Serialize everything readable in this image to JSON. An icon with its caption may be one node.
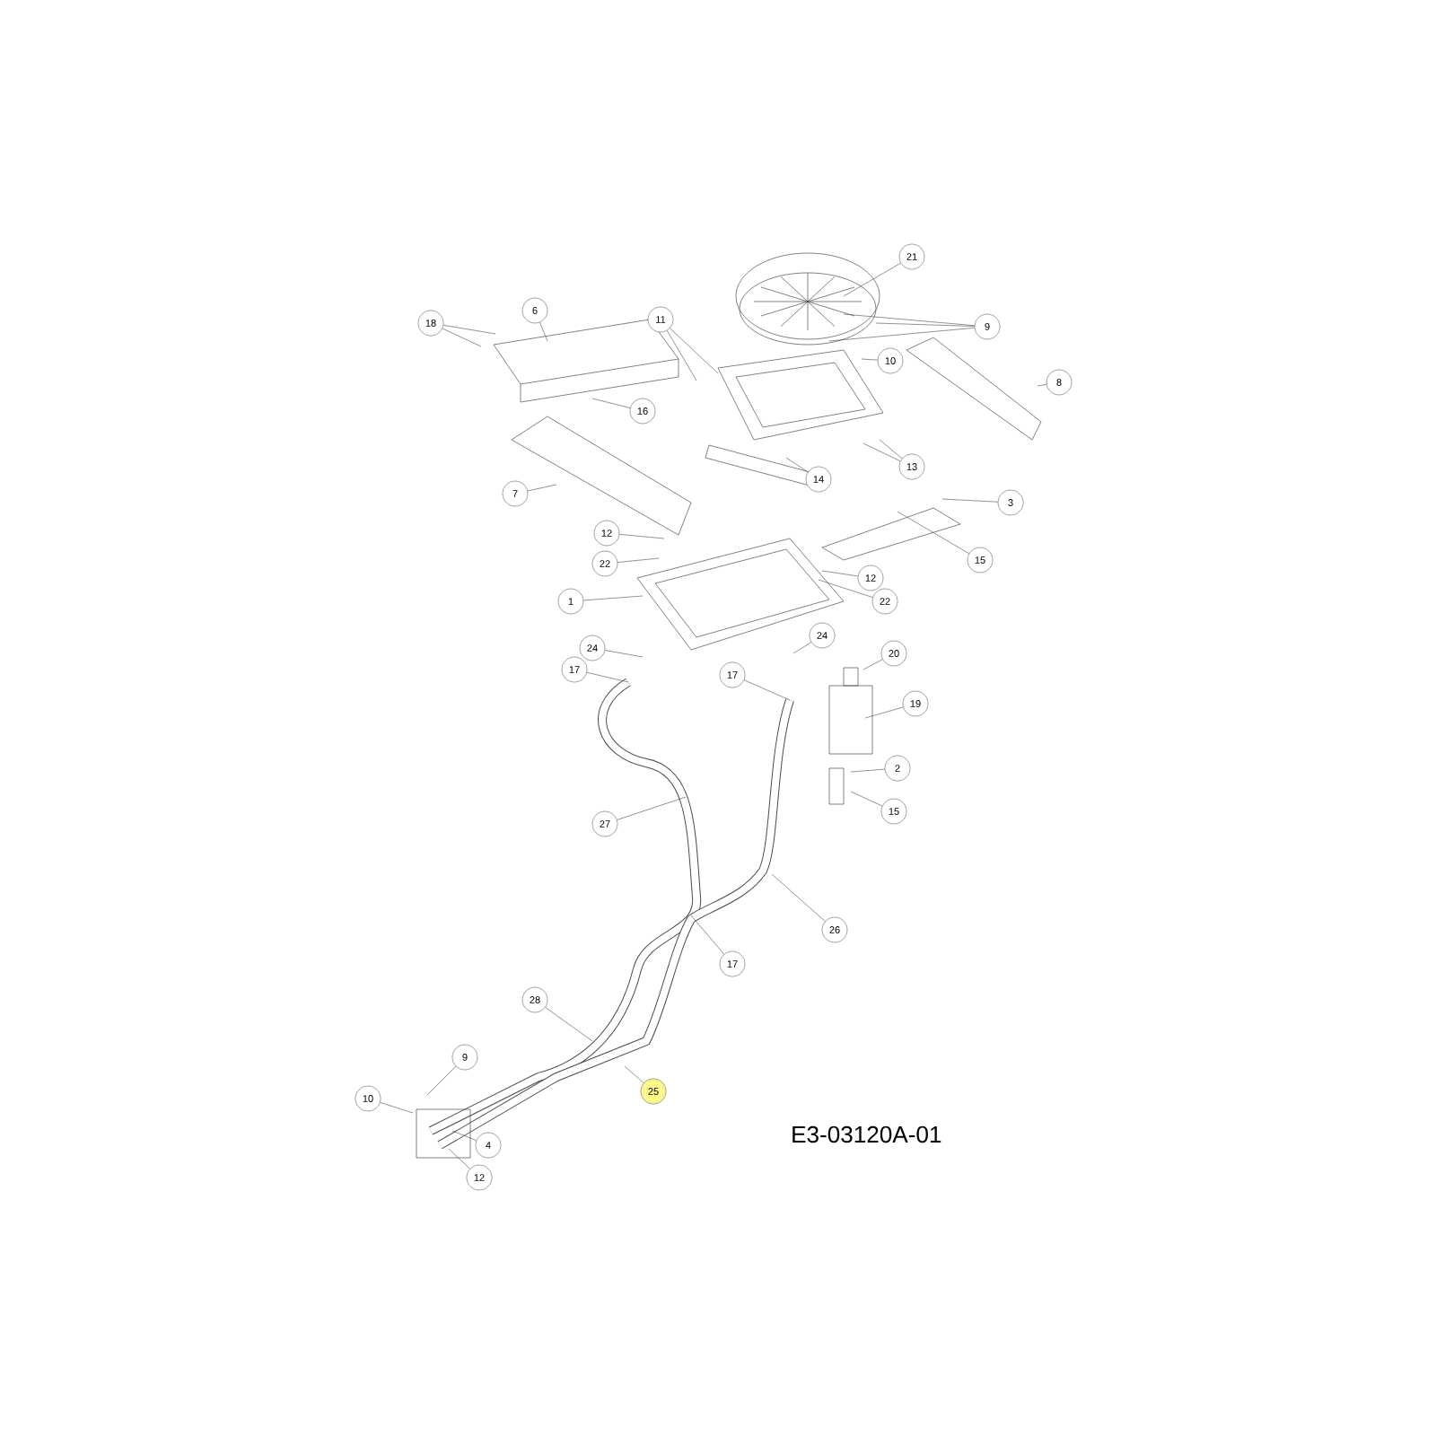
{
  "diagram": {
    "nodes": [
      {
        "text": [
          "21"
        ]
      },
      {
        "text": [
          "18"
        ]
      },
      {
        "text": [
          "6"
        ]
      },
      {
        "text": [
          "11"
        ]
      },
      {
        "text": [
          "9"
        ]
      },
      {
        "text": [
          "10"
        ]
      },
      {
        "text": [
          "8"
        ]
      },
      {
        "text": [
          "16"
        ]
      },
      {
        "text": [
          "13"
        ]
      },
      {
        "text": [
          "14"
        ]
      },
      {
        "text": [
          "7"
        ]
      },
      {
        "text": [
          "3"
        ]
      },
      {
        "text": [
          "12"
        ]
      },
      {
        "text": [
          "15"
        ]
      },
      {
        "text": [
          "22"
        ]
      },
      {
        "text": [
          "12"
        ]
      },
      {
        "text": [
          "1"
        ]
      },
      {
        "text": [
          "22"
        ]
      },
      {
        "text": [
          "24"
        ]
      },
      {
        "text": [
          "24"
        ]
      },
      {
        "text": [
          "17"
        ]
      },
      {
        "text": [
          "17"
        ]
      },
      {
        "text": [
          "20"
        ]
      },
      {
        "text": [
          "19"
        ]
      },
      {
        "text": [
          "2"
        ]
      },
      {
        "text": [
          "15"
        ]
      },
      {
        "text": [
          "27"
        ]
      },
      {
        "text": [
          "26"
        ]
      },
      {
        "text": [
          "17"
        ]
      },
      {
        "text": [
          "28"
        ]
      },
      {
        "text": [
          "9"
        ]
      },
      {
        "text": [
          "10"
        ]
      },
      {
        "text": [
          "25"
        ]
      },
      {
        "text": [
          "4"
        ]
      },
      {
        "text": [
          "12"
        ]
      }
    ],
    "edges": [
      {
        "from": 0,
        "to": null,
        "arrow": "none"
      },
      {
        "from": 1,
        "to": null,
        "arrow": "none"
      },
      {
        "from": 1,
        "to": null,
        "arrow": "none"
      },
      {
        "from": 2,
        "to": null,
        "arrow": "none"
      },
      {
        "from": 3,
        "to": null,
        "arrow": "none"
      },
      {
        "from": 3,
        "to": null,
        "arrow": "none"
      },
      {
        "from": 4,
        "to": null,
        "arrow": "none"
      },
      {
        "from": 4,
        "to": null,
        "arrow": "none"
      },
      {
        "from": 4,
        "to": null,
        "arrow": "none"
      },
      {
        "from": 5,
        "to": null,
        "arrow": "none"
      },
      {
        "from": 6,
        "to": null,
        "arrow": "none"
      },
      {
        "from": 7,
        "to": null,
        "arrow": "none"
      },
      {
        "from": 8,
        "to": null,
        "arrow": "none"
      },
      {
        "from": 8,
        "to": null,
        "arrow": "none"
      },
      {
        "from": 9,
        "to": null,
        "arrow": "none"
      },
      {
        "from": 10,
        "to": null,
        "arrow": "none"
      },
      {
        "from": 11,
        "to": null,
        "arrow": "none"
      },
      {
        "from": 12,
        "to": null,
        "arrow": "none"
      },
      {
        "from": 13,
        "to": null,
        "arrow": "none"
      },
      {
        "from": 14,
        "to": null,
        "arrow": "none"
      },
      {
        "from": 15,
        "to": null,
        "arrow": "none"
      },
      {
        "from": 16,
        "to": null,
        "arrow": "none"
      },
      {
        "from": 17,
        "to": null,
        "arrow": "none"
      },
      {
        "from": 18,
        "to": null,
        "arrow": "none"
      },
      {
        "from": 19,
        "to": null,
        "arrow": "none"
      },
      {
        "from": 20,
        "to": null,
        "arrow": "none"
      },
      {
        "from": 21,
        "to": null,
        "arrow": "none"
      },
      {
        "from": 22,
        "to": null,
        "arrow": "none"
      },
      {
        "from": 23,
        "to": null,
        "arrow": "none"
      },
      {
        "from": 24,
        "to": null,
        "arrow": "none"
      },
      {
        "from": 25,
        "to": null,
        "arrow": "none"
      },
      {
        "from": 26,
        "to": null,
        "arrow": "none"
      },
      {
        "from": 27,
        "to": null,
        "arrow": "none"
      },
      {
        "from": 28,
        "to": null,
        "arrow": "none"
      },
      {
        "from": 29,
        "to": null,
        "arrow": "none"
      },
      {
        "from": 30,
        "to": null,
        "arrow": "none"
      },
      {
        "from": 31,
        "to": null,
        "arrow": "none"
      },
      {
        "from": 32,
        "to": null,
        "arrow": "none"
      },
      {
        "from": 33,
        "to": null,
        "arrow": "none"
      },
      {
        "from": 34,
        "to": null,
        "arrow": "none"
      }
    ],
    "labels": [
      "E3-03120A-01"
    ]
  }
}
